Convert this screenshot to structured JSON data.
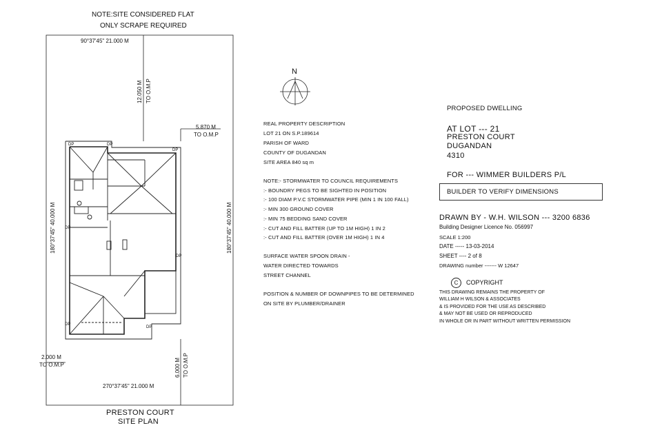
{
  "site_note": {
    "line1": "NOTE:SITE CONSIDERED FLAT",
    "line2": "ONLY SCRAPE REQUIRED"
  },
  "dimensions": {
    "top_bearing": "90°37'45\"   21.000 M",
    "bottom_bearing": "270°37'45\"   21.000 M",
    "left_bearing": "180°37'45\"   40.000 M",
    "right_bearing": "180°37'45\"   40.000 M",
    "front_setback": "12.050 M",
    "front_setback_ref": "TO O.M.P",
    "right_setback": "5.870 M",
    "right_setback_ref": "TO O.M.P",
    "left_setback": "2.000 M",
    "left_setback_ref": "TO O.M.P",
    "rear_setback": "6.000 M",
    "rear_setback_ref": "TO O.M.P"
  },
  "plan_labels": {
    "downpipe": "DP"
  },
  "north_label": "N",
  "property": {
    "heading": "REAL PROPERTY DESCRIPTION",
    "lot": "LOT 21 ON S.P.189614",
    "parish": "PARISH OF WARD",
    "county": "COUNTY OF DUGANDAN",
    "area": "SITE AREA 840 sq m"
  },
  "notes": {
    "heading": "NOTE:- STORMWATER TO COUNCIL REQUIREMENTS",
    "items": [
      ":- BOUNDRY PEGS TO BE SIGHTED IN POSITION",
      ":- 100 DIAM P.V.C STORMWATER PIPE (MIN 1 IN 100 FALL)",
      ":- MIN 300 GROUND COVER",
      ":- MIN 75 BEDDING SAND COVER",
      ":- CUT AND FILL BATTER (UP TO 1M HIGH) 1 IN 2",
      ":- CUT AND FILL BATTER (OVER 1M HIGH) 1 IN 4"
    ]
  },
  "surface_water": {
    "line1": "SURFACE WATER SPOON DRAIN -",
    "line2": "WATER DIRECTED TOWARDS",
    "line3": "STREET CHANNEL"
  },
  "downpipes_note": {
    "line1": "POSITION & NUMBER OF DOWNPIPES TO BE DETERMINED",
    "line2": "ON SITE BY PLUMBER/DRAINER"
  },
  "project": {
    "title": "PROPOSED  DWELLING",
    "lot": "AT LOT --- 21",
    "street": "PRESTON COURT",
    "suburb": "DUGANDAN",
    "postcode": "4310",
    "client": "FOR --- WIMMER BUILDERS P/L",
    "verify": "BUILDER TO VERIFY DIMENSIONS"
  },
  "drawn": {
    "by": "DRAWN BY  - W.H. WILSON --- 3200 6836",
    "licence": "Building Designer Licence No. 056997",
    "scale": "SCALE 1:200",
    "date": "DATE -----   13-03-2014",
    "sheet": "SHEET ----   2 of 8",
    "drawing_number": "DRAWING number  -------   W 12647"
  },
  "copyright": {
    "symbol": "C",
    "title": "COPYRIGHT",
    "line1": "THIS DRAWING REMAINS THE PROPERTY OF",
    "line2": "WILLIAM H WILSON & ASSOCIATES",
    "line3": "& IS PROVIDED FOR THE USE AS DESCRIBED",
    "line4": "& MAY NOT BE USED OR REPRODUCED",
    "line5": "IN WHOLE OR IN PART WITHOUT WRITTEN PERMISSION"
  },
  "footer": {
    "line1": "PRESTON COURT",
    "line2": "SITE PLAN"
  }
}
